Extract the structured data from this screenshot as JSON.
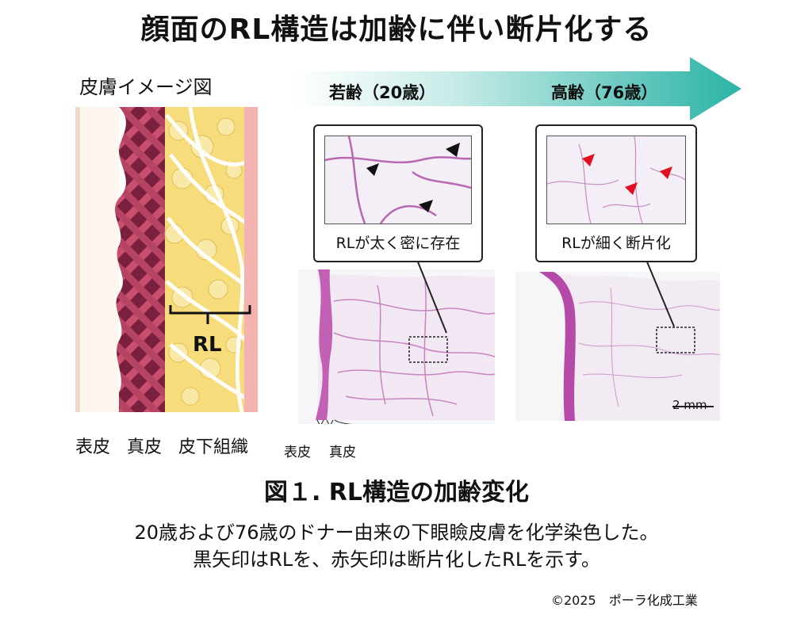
{
  "title": "顔面のRL構造は加齢に伴い断片化する",
  "skin_image": {
    "label": "皮膚イメージ図",
    "rl_label": "RL",
    "layers": [
      "表皮",
      "真皮",
      "皮下組織"
    ]
  },
  "age_arrow": {
    "young": "若齢（20歳）",
    "old": "高齢（76歳）",
    "start_color": "#ffffff",
    "end_color": "#2bb3a6"
  },
  "young_panel": {
    "caption": "RLが太く密に存在",
    "marker_color": "#111111",
    "layers": [
      "表皮",
      "真皮"
    ]
  },
  "old_panel": {
    "caption": "RLが細く断片化",
    "marker_color": "#e01020",
    "scale_bar": "2 mm"
  },
  "figure_caption": "図１. RL構造の加齢変化",
  "description": [
    "20歳および76歳のドナー由来の下眼瞼皮膚を化学染色した。",
    "黒矢印はRLを、赤矢印は断片化したRLを示す。"
  ],
  "copyright": "©2025　ポーラ化成工業",
  "colors": {
    "dermis": "#8a2a4a",
    "fat": "#f6dc7a",
    "stain": "#c060b0"
  }
}
